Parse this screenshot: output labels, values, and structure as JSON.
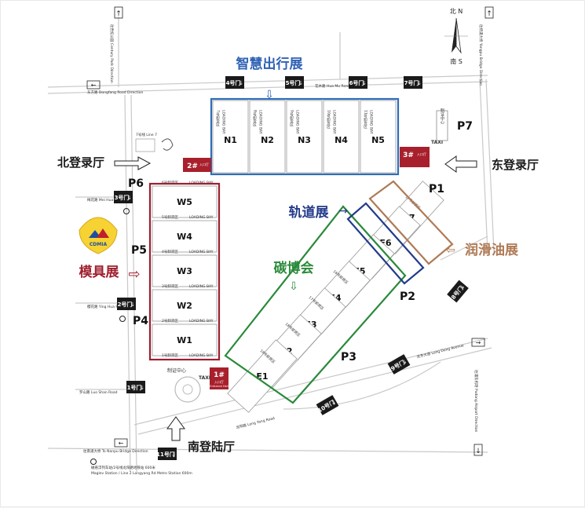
{
  "zones": {
    "smart_mobility": "智慧出行展",
    "rail": "轨道展",
    "lubricant": "润滑油展",
    "carbon": "碳博会",
    "mold": "模具展"
  },
  "lobbies": {
    "north": "北登录厅",
    "east": "东登录厅",
    "south": "南登陆厅"
  },
  "halls": {
    "north": [
      "N1",
      "N2",
      "N3",
      "N4",
      "N5"
    ],
    "west": [
      "W5",
      "W4",
      "W3",
      "W2",
      "W1"
    ],
    "east": [
      "E7",
      "E6",
      "E5",
      "E4",
      "E3",
      "E2",
      "E1"
    ]
  },
  "loading_areas": {
    "north": [
      "7号卸货区",
      "8号卸货区",
      "9号卸货区",
      "10号卸货区",
      "11号卸货区"
    ],
    "west": [
      "6号卸货区",
      "5号卸货区",
      "4号卸货区",
      "3号卸货区",
      "2号卸货区",
      "1号卸货区"
    ],
    "east": [
      "17号卸货区",
      "16号卸货区",
      "17号卸货区",
      "18号卸货区",
      "19号卸货区"
    ],
    "loading_en": "LOADING BAY"
  },
  "parking": [
    "P1",
    "P2",
    "P3",
    "P4",
    "P5",
    "P6",
    "P7"
  ],
  "gates": {
    "g1": "1号门",
    "g2": "2号门",
    "g3": "3号门",
    "g4": "4号门",
    "g5": "5号门",
    "g6": "6号门",
    "g7": "7号门",
    "g8": "8号门",
    "g9": "9号门",
    "g10": "10号门",
    "g11": "11号门"
  },
  "entrance_halls": {
    "e1": "1#",
    "e2": "2#",
    "e3": "3#",
    "label": "入口厅",
    "label_en": "Entrance Hall"
  },
  "control_center": "制证中心",
  "taxi": "TAXI",
  "compass": {
    "north": "北 N",
    "south": "南 S"
  },
  "logo": {
    "text": "CDMIA"
  },
  "roads": {
    "dongfang": "东方路 Dongfang Road Direction",
    "mei_hua": "梅花路 Mei Hua Road",
    "ying_hua": "樱花路 Ying Hua Road",
    "luo_shan": "罗山路 Luo Shan Road",
    "long_yang": "龙阳路 Long Yang Road",
    "long_dong": "龙东大道 Long Dong Avenue",
    "hua_mu": "花木路 Hua Mu Road",
    "nanpu": "往南浦大桥 To Nanpu Bridge Direction",
    "pudong_airport": "往浦东机场 Pudong Airport Direction",
    "yangpu": "往杨浦大桥 Yangpu Bridge Direction",
    "century_park": "往世纪公园 Century Park Direction",
    "metro_line7": "7号线 Line 7",
    "maglev": "磁悬浮列车站/2号线龙阳路地铁站 600米",
    "maglev_en": "Maglev Station / Line 2 Longyang Rd Metro Station 600m"
  }
}
